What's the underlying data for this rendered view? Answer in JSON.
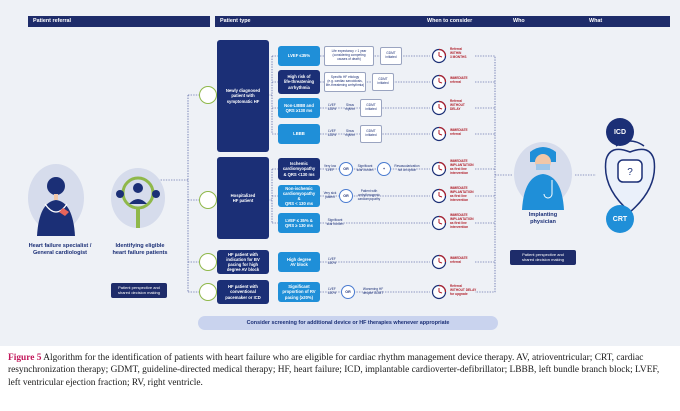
{
  "headers": {
    "patient_referral": "Patient referral",
    "patient_type": "Patient type",
    "when_to_consider": "When to consider",
    "who": "Who",
    "what": "What"
  },
  "referral": {
    "specialist": "Heart failure specialist /\nGeneral cardiologist",
    "identifying": "Identifying eligible\nheart failure patients",
    "patient_perspective": "Patient perspective and\nshared decision making"
  },
  "groups": {
    "newly_diagnosed": "Newly diagnosed\npatient with\nsymptomatic HF",
    "hospitalized": "Hospitalized\nHF patient",
    "hf_bv_pacing": "HF patient with\nindication for BV\npacing for high\ndegree AV block",
    "hf_conventional": "HF patient with\nconventional\npacemaker or ICD"
  },
  "subtypes": {
    "lvef35": "LVEF ≤35%",
    "high_risk": "High risk of\nlife-threatening\narrhythmia",
    "non_lbbb": "Non-LBBB and\nQRS ≥130 ms",
    "lbbb": "LBBB",
    "ischemic": "Ischemic\ncardiomyopathy\n& QRS <130 ms",
    "non_ischemic": "Non-ischemic\ncardiomyopathy &\nQRS < 130 ms",
    "lvef_qrs": "LVEF ≤ 35% &\nQRS ≥ 130 ms",
    "high_degree_av": "High degree\nAV block",
    "significant_bv": "Significant\nproportion of RV\npacing (≥20%)"
  },
  "criteria": {
    "life_expectancy": "Life expectancy > 1 year\n(considering competing\ncauses of death)",
    "gdmt_initiated": "GDMT\ninitiated",
    "specific_hf": "Specific HF etiology\n(e.g. cardiac sarcoidosis,\nlife-threatening arrhythmia)",
    "lvef_35": "LVEF\n≤35%",
    "sinus_rhythm": "Sinus\nrhythm",
    "very_low_lvef": "Very low\nLVEF",
    "significant_scar": "Significant\nscar burden",
    "revascularization": "Revascularization\nnot an option",
    "very_sick_patient": "Very sick\npatient",
    "arrhythmogenic": "Patient with\narrhythmogenic\ncardiomyopathy",
    "scar_burden": "Significant\nscar burden",
    "lvef_50": "LVEF\n≤50%",
    "worsening_hf": "Worsening HF\ndespite GDMT",
    "lvef_50b": "LVEF\n≤50%"
  },
  "operators": {
    "or": "OR",
    "and": "+"
  },
  "timing": {
    "within_3_months": "Referral\nWITHIN\n3 MONTHS",
    "immediate": "IMMEDIATE\nreferral",
    "without_delay": "Referral\nWITHOUT\nDELAY",
    "immediate2": "IMMEDIATE\nreferral",
    "immediate_implant_1": "IMMEDIATE\nIMPLANTATION\nas first line\nintervention",
    "immediate_implant_2": "IMMEDIATE\nIMPLANTATION\nas first line\nintervention",
    "immediate_implant_3": "IMMEDIATE\nIMPLANTATION\nas first line\nintervention",
    "immediate3": "IMMEDIATE\nreferral",
    "without_delay_upgrade": "Referral\nWITHOUT DELAY\nfor upgrade"
  },
  "who": {
    "implanting": "Implanting\nphysician",
    "patient_perspective": "Patient perspective and\nshared decision making"
  },
  "what": {
    "icd": "ICD",
    "crt": "CRT"
  },
  "banner": "Consider screening for additional device or HF therapies whenever appropriate",
  "caption": {
    "label": "Figure 5",
    "text": " Algorithm for the identification of patients with heart failure who are eligible for cardiac rhythm management device therapy. AV, atrioventricular; CRT, cardiac resynchronization therapy; GDMT, guideline-directed medical therapy; HF, heart failure; ICD, implantable cardioverter-defibrillator; LBBB, left bundle branch block; LVEF, left ventricular ejection fraction; RV, right ventricle."
  },
  "colors": {
    "navy": "#1e2c6a",
    "dark_blue": "#1b2f76",
    "light_blue": "#1f8fd8",
    "red": "#b01f2a",
    "green": "#8fb84a",
    "panel": "#eef1f6",
    "figure_label": "#c2185b"
  }
}
